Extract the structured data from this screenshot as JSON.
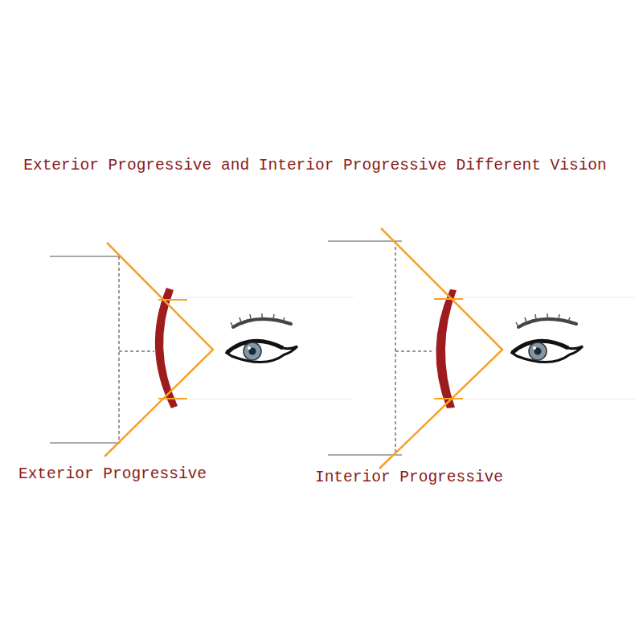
{
  "diagram": {
    "title": "Exterior Progressive and Interior Progressive Different Vision",
    "labels": [
      "Exterior Progressive",
      "Interior Progressive"
    ]
  }
}
